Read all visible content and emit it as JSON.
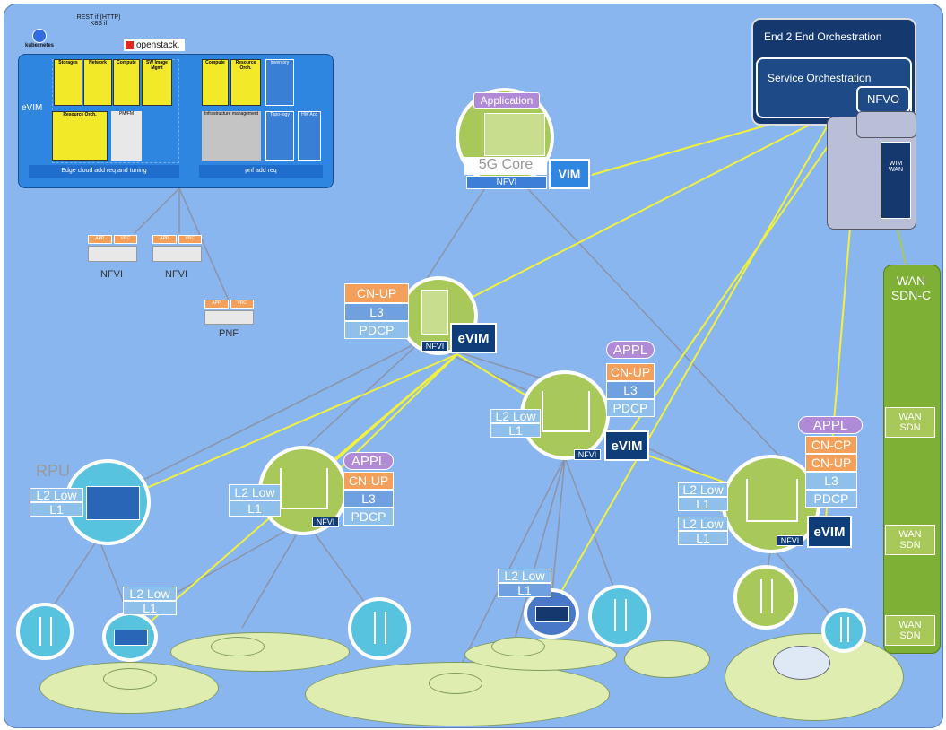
{
  "top_panel": {
    "rest_label": "REST if (HTTP)",
    "k8s_label": "K8S if",
    "kubernetes_label": "kubernetes",
    "openstack_label": "openstack.",
    "evim_label": "eVIM",
    "boxes_left": [
      "Storages",
      "Network",
      "Compute",
      "SW Image Mgmt"
    ],
    "resource_orch": "Resource Orch.",
    "pmfm": "PM/FM",
    "boxes_right": [
      "Compute",
      "Resource Orch.",
      "Inventory"
    ],
    "infra_mgmt": "Infrastructure management",
    "topology": "Topo-logy",
    "hw_acc": "HW Acc",
    "footer_left": "Edge cloud add req and tuning",
    "footer_right": "pnf add req"
  },
  "small_nodes": {
    "nfvi1": "NFVI",
    "nfvi2": "NFVI",
    "pnf": "PNF",
    "tag_a": "APP",
    "tag_b": "VRC"
  },
  "orchestration": {
    "e2e": "End 2 End Orchestration",
    "service": "Service Orchestration",
    "nfvo": "NFVO",
    "wim": "WIM WAN"
  },
  "core": {
    "application": "Application",
    "core_label": "5G Core",
    "nfvi": "NFVI",
    "vim": "VIM"
  },
  "regional": {
    "cn_up": "CN-UP",
    "l3": "L3",
    "pdcp": "PDCP",
    "nfvi": "NFVI",
    "evim": "eVIM"
  },
  "edge_middle": {
    "appl": "APPL",
    "cn_up": "CN-UP",
    "l3": "L3",
    "pdcp": "PDCP",
    "l2_low": "L2 Low",
    "l1": "L1",
    "nfvi": "NFVI",
    "evim": "eVIM"
  },
  "edge_left": {
    "appl": "APPL",
    "cn_up": "CN-UP",
    "l3": "L3",
    "pdcp": "PDCP",
    "l2_low": "L2 Low",
    "l1": "L1",
    "nfvi": "NFVI"
  },
  "edge_right": {
    "appl": "APPL",
    "cn_cp": "CN-CP",
    "cn_up": "CN-UP",
    "l3": "L3",
    "pdcp": "PDCP",
    "l2_low_a": "L2 Low",
    "l1_a": "L1",
    "l2_low_b": "L2 Low",
    "l1_b": "L1",
    "nfvi": "NFVI",
    "evim": "eVIM"
  },
  "rpu": {
    "label": "RPU",
    "l2_low": "L2 Low",
    "l1": "L1"
  },
  "cell_left": {
    "l2_low": "L2 Low",
    "l1": "L1"
  },
  "cell_mid": {
    "l2_low": "L2 Low",
    "l1": "L1"
  },
  "wan": {
    "title_1": "WAN",
    "title_2": "SDN-C",
    "boxes": [
      {
        "a": "WAN",
        "b": "SDN"
      },
      {
        "a": "WAN",
        "b": "SDN"
      },
      {
        "a": "WAN",
        "b": "SDN"
      }
    ]
  },
  "colors": {
    "background": "#8ab6f0",
    "node_green": "#a9c85a",
    "node_teal": "#58c3de",
    "evim_navy": "#0e3d7a",
    "control_line": "#f2f23a"
  }
}
